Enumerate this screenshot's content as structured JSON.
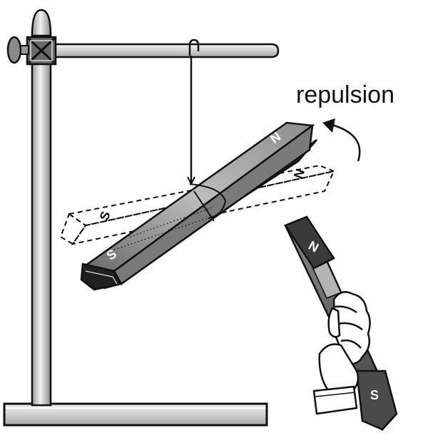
{
  "diagram": {
    "caption": "repulsion",
    "suspended_magnet": {
      "north_label": "N",
      "south_label": "S"
    },
    "original_position_magnet": {
      "north_label": "N",
      "south_label": "S"
    },
    "hand_held_magnet": {
      "north_label": "N",
      "south_label": "S"
    },
    "colors": {
      "ink": "#111111",
      "magnet_body": "#9a9a9a",
      "magnet_dark": "#3a3a3a",
      "stand_metal": "#d4d4d4",
      "skin": "#ffffff"
    }
  }
}
